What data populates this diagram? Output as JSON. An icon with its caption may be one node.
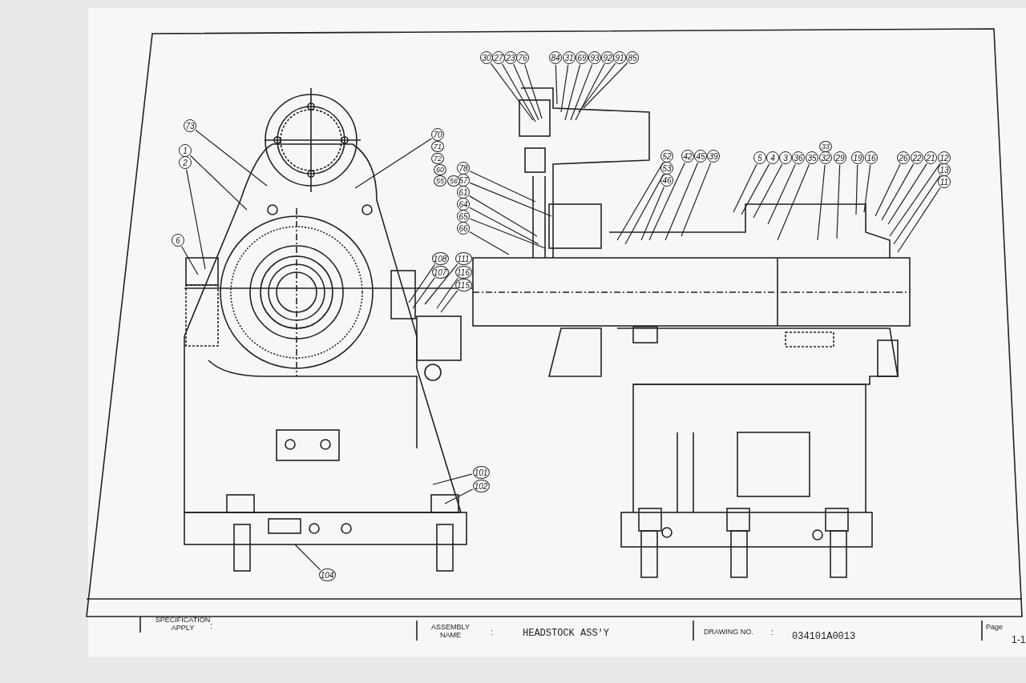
{
  "diagram": {
    "nodes": [
      {
        "text": [
          "30"
        ]
      },
      {
        "text": [
          "27"
        ]
      },
      {
        "text": [
          "23"
        ]
      },
      {
        "text": [
          "76"
        ]
      },
      {
        "text": [
          "84"
        ]
      },
      {
        "text": [
          "31"
        ]
      },
      {
        "text": [
          "69"
        ]
      },
      {
        "text": [
          "93"
        ]
      },
      {
        "text": [
          "92"
        ]
      },
      {
        "text": [
          "91"
        ]
      },
      {
        "text": [
          "85"
        ]
      },
      {
        "text": [
          "73"
        ]
      },
      {
        "text": [
          "70"
        ]
      },
      {
        "text": [
          "1"
        ]
      },
      {
        "text": [
          "2"
        ]
      },
      {
        "text": [
          "6"
        ]
      },
      {
        "text": [
          "78"
        ]
      },
      {
        "text": [
          "57"
        ]
      },
      {
        "text": [
          "52"
        ]
      },
      {
        "text": [
          "42"
        ]
      },
      {
        "text": [
          "45"
        ]
      },
      {
        "text": [
          "39"
        ]
      },
      {
        "text": [
          "53"
        ]
      },
      {
        "text": [
          "46"
        ]
      },
      {
        "text": [
          "5"
        ]
      },
      {
        "text": [
          "4"
        ]
      },
      {
        "text": [
          "3"
        ]
      },
      {
        "text": [
          "36"
        ]
      },
      {
        "text": [
          "35"
        ]
      },
      {
        "text": [
          "32"
        ]
      },
      {
        "text": [
          "29"
        ]
      },
      {
        "text": [
          "19"
        ]
      },
      {
        "text": [
          "16"
        ]
      },
      {
        "text": [
          "26"
        ]
      },
      {
        "text": [
          "22"
        ]
      },
      {
        "text": [
          "21"
        ]
      },
      {
        "text": [
          "12"
        ]
      },
      {
        "text": [
          "13"
        ]
      },
      {
        "text": [
          "11"
        ]
      },
      {
        "text": [
          "61"
        ]
      },
      {
        "text": [
          "64"
        ]
      },
      {
        "text": [
          "65"
        ]
      },
      {
        "text": [
          "66"
        ]
      },
      {
        "text": [
          "108"
        ]
      },
      {
        "text": [
          "111"
        ]
      },
      {
        "text": [
          "107"
        ]
      },
      {
        "text": [
          "116"
        ]
      },
      {
        "text": [
          "115"
        ]
      },
      {
        "text": [
          "101"
        ]
      },
      {
        "text": [
          "102"
        ]
      },
      {
        "text": [
          "104"
        ]
      }
    ],
    "edges": [
      {
        "from": 0,
        "to": null,
        "arrow": "none"
      },
      {
        "from": 1,
        "to": null,
        "arrow": "none"
      },
      {
        "from": 2,
        "to": null,
        "arrow": "none"
      },
      {
        "from": 3,
        "to": null,
        "arrow": "none"
      },
      {
        "from": 4,
        "to": null,
        "arrow": "none"
      },
      {
        "from": 5,
        "to": null,
        "arrow": "none"
      },
      {
        "from": 6,
        "to": null,
        "arrow": "none"
      },
      {
        "from": 7,
        "to": null,
        "arrow": "none"
      },
      {
        "from": 8,
        "to": null,
        "arrow": "none"
      },
      {
        "from": 9,
        "to": null,
        "arrow": "none"
      },
      {
        "from": 10,
        "to": null,
        "arrow": "none"
      },
      {
        "from": 11,
        "to": null,
        "arrow": "none"
      },
      {
        "from": 12,
        "to": null,
        "arrow": "none"
      },
      {
        "from": 13,
        "to": null,
        "arrow": "none"
      },
      {
        "from": 14,
        "to": null,
        "arrow": "none"
      },
      {
        "from": 15,
        "to": null,
        "arrow": "none"
      },
      {
        "from": 16,
        "to": null,
        "arrow": "none"
      },
      {
        "from": 17,
        "to": null,
        "arrow": "none"
      },
      {
        "from": 18,
        "to": null,
        "arrow": "none"
      },
      {
        "from": 19,
        "to": null,
        "arrow": "none"
      },
      {
        "from": 20,
        "to": null,
        "arrow": "none"
      },
      {
        "from": 21,
        "to": null,
        "arrow": "none"
      },
      {
        "from": 22,
        "to": null,
        "arrow": "none"
      },
      {
        "from": 23,
        "to": null,
        "arrow": "none"
      },
      {
        "from": 24,
        "to": null,
        "arrow": "none"
      },
      {
        "from": 25,
        "to": null,
        "arrow": "none"
      },
      {
        "from": 26,
        "to": null,
        "arrow": "none"
      },
      {
        "from": 27,
        "to": null,
        "arrow": "none"
      },
      {
        "from": 28,
        "to": null,
        "arrow": "none"
      },
      {
        "from": 29,
        "to": null,
        "arrow": "none"
      },
      {
        "from": 30,
        "to": null,
        "arrow": "none"
      },
      {
        "from": 31,
        "to": null,
        "arrow": "none"
      },
      {
        "from": 32,
        "to": null,
        "arrow": "none"
      },
      {
        "from": 33,
        "to": null,
        "arrow": "none"
      },
      {
        "from": 34,
        "to": null,
        "arrow": "none"
      },
      {
        "from": 35,
        "to": null,
        "arrow": "none"
      },
      {
        "from": 36,
        "to": null,
        "arrow": "none"
      },
      {
        "from": 37,
        "to": null,
        "arrow": "none"
      },
      {
        "from": 38,
        "to": null,
        "arrow": "none"
      },
      {
        "from": 39,
        "to": null,
        "arrow": "none"
      },
      {
        "from": 40,
        "to": null,
        "arrow": "none"
      },
      {
        "from": 41,
        "to": null,
        "arrow": "none"
      },
      {
        "from": 42,
        "to": null,
        "arrow": "none"
      },
      {
        "from": 43,
        "to": null,
        "arrow": "none"
      },
      {
        "from": 44,
        "to": null,
        "arrow": "none"
      },
      {
        "from": 45,
        "to": null,
        "arrow": "none"
      },
      {
        "from": 46,
        "to": null,
        "arrow": "none"
      },
      {
        "from": 47,
        "to": null,
        "arrow": "none"
      },
      {
        "from": 48,
        "to": null,
        "arrow": "none"
      },
      {
        "from": 49,
        "to": null,
        "arrow": "none"
      },
      {
        "from": 50,
        "to": null,
        "arrow": "none"
      }
    ],
    "labels": [
      "71",
      "72",
      "60",
      "55",
      "56",
      "33",
      "SPECIFICATION APPLY",
      ":",
      "ASSEMBLY NAME",
      ":",
      "HEADSTOCK ASS'Y",
      "DRAWING NO.",
      ":",
      "034101A0013",
      "Page",
      "1-1"
    ]
  }
}
